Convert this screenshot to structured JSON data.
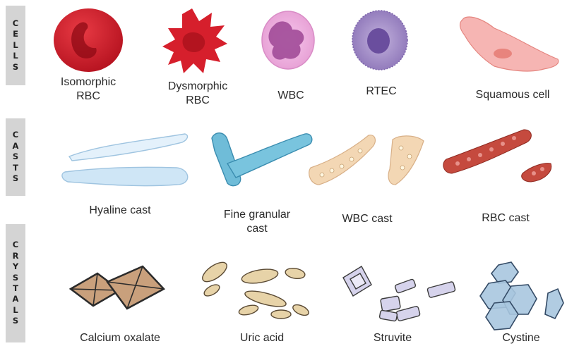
{
  "sections": [
    {
      "side_label": "CELLS",
      "items": [
        {
          "label_lines": [
            "Isomorphic",
            "RBC"
          ]
        },
        {
          "label_lines": [
            "Dysmorphic",
            "RBC"
          ]
        },
        {
          "label_lines": [
            "WBC"
          ]
        },
        {
          "label_lines": [
            "RTEC"
          ]
        },
        {
          "label_lines": [
            "Squamous cell"
          ]
        }
      ]
    },
    {
      "side_label": "CASTS",
      "items": [
        {
          "label_lines": [
            "Hyaline cast"
          ]
        },
        {
          "label_lines": [
            "Fine granular",
            "cast"
          ]
        },
        {
          "label_lines": [
            "WBC cast"
          ]
        },
        {
          "label_lines": [
            "RBC cast"
          ]
        }
      ]
    },
    {
      "side_label": "CRYSTALS",
      "items": [
        {
          "label_lines": [
            "Calcium oxalate"
          ]
        },
        {
          "label_lines": [
            "Uric acid"
          ]
        },
        {
          "label_lines": [
            "Struvite"
          ]
        },
        {
          "label_lines": [
            "Cystine"
          ]
        }
      ]
    }
  ],
  "colors": {
    "rbc": "#d8202e",
    "wbc": "#e9a6d6",
    "rtec": "#9b86c2",
    "squamous": "#f5aaa8",
    "hyaline": "#cfe6f6",
    "granular": "#6fbcd8",
    "wbc_cast": "#f3d7b4",
    "rbc_cast": "#b73a2f",
    "oxalate": "#c49c78",
    "uric": "#e7d3a8",
    "struvite": "#d6d3ec",
    "cystine": "#a8c7df"
  }
}
